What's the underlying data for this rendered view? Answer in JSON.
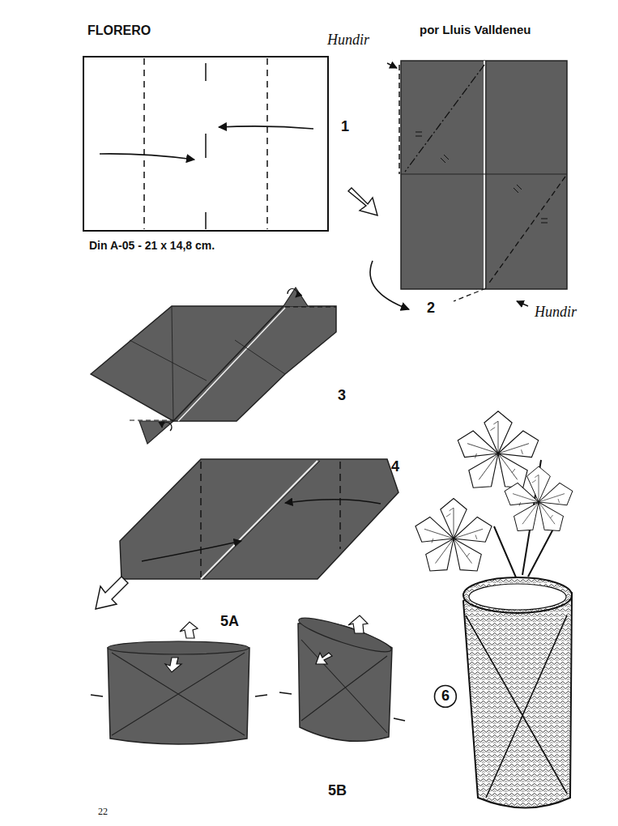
{
  "diagram": {
    "title": "FLORERO",
    "nodes": [
      {
        "text": [
          "6"
        ]
      }
    ],
    "labels": [
      "por Lluis Valldeneu",
      "Hundir",
      "1",
      "Din A-05 - 21 x 14,8 cm.",
      "2",
      "Hundir",
      "3",
      "4",
      "5A",
      "5B",
      "22"
    ]
  }
}
